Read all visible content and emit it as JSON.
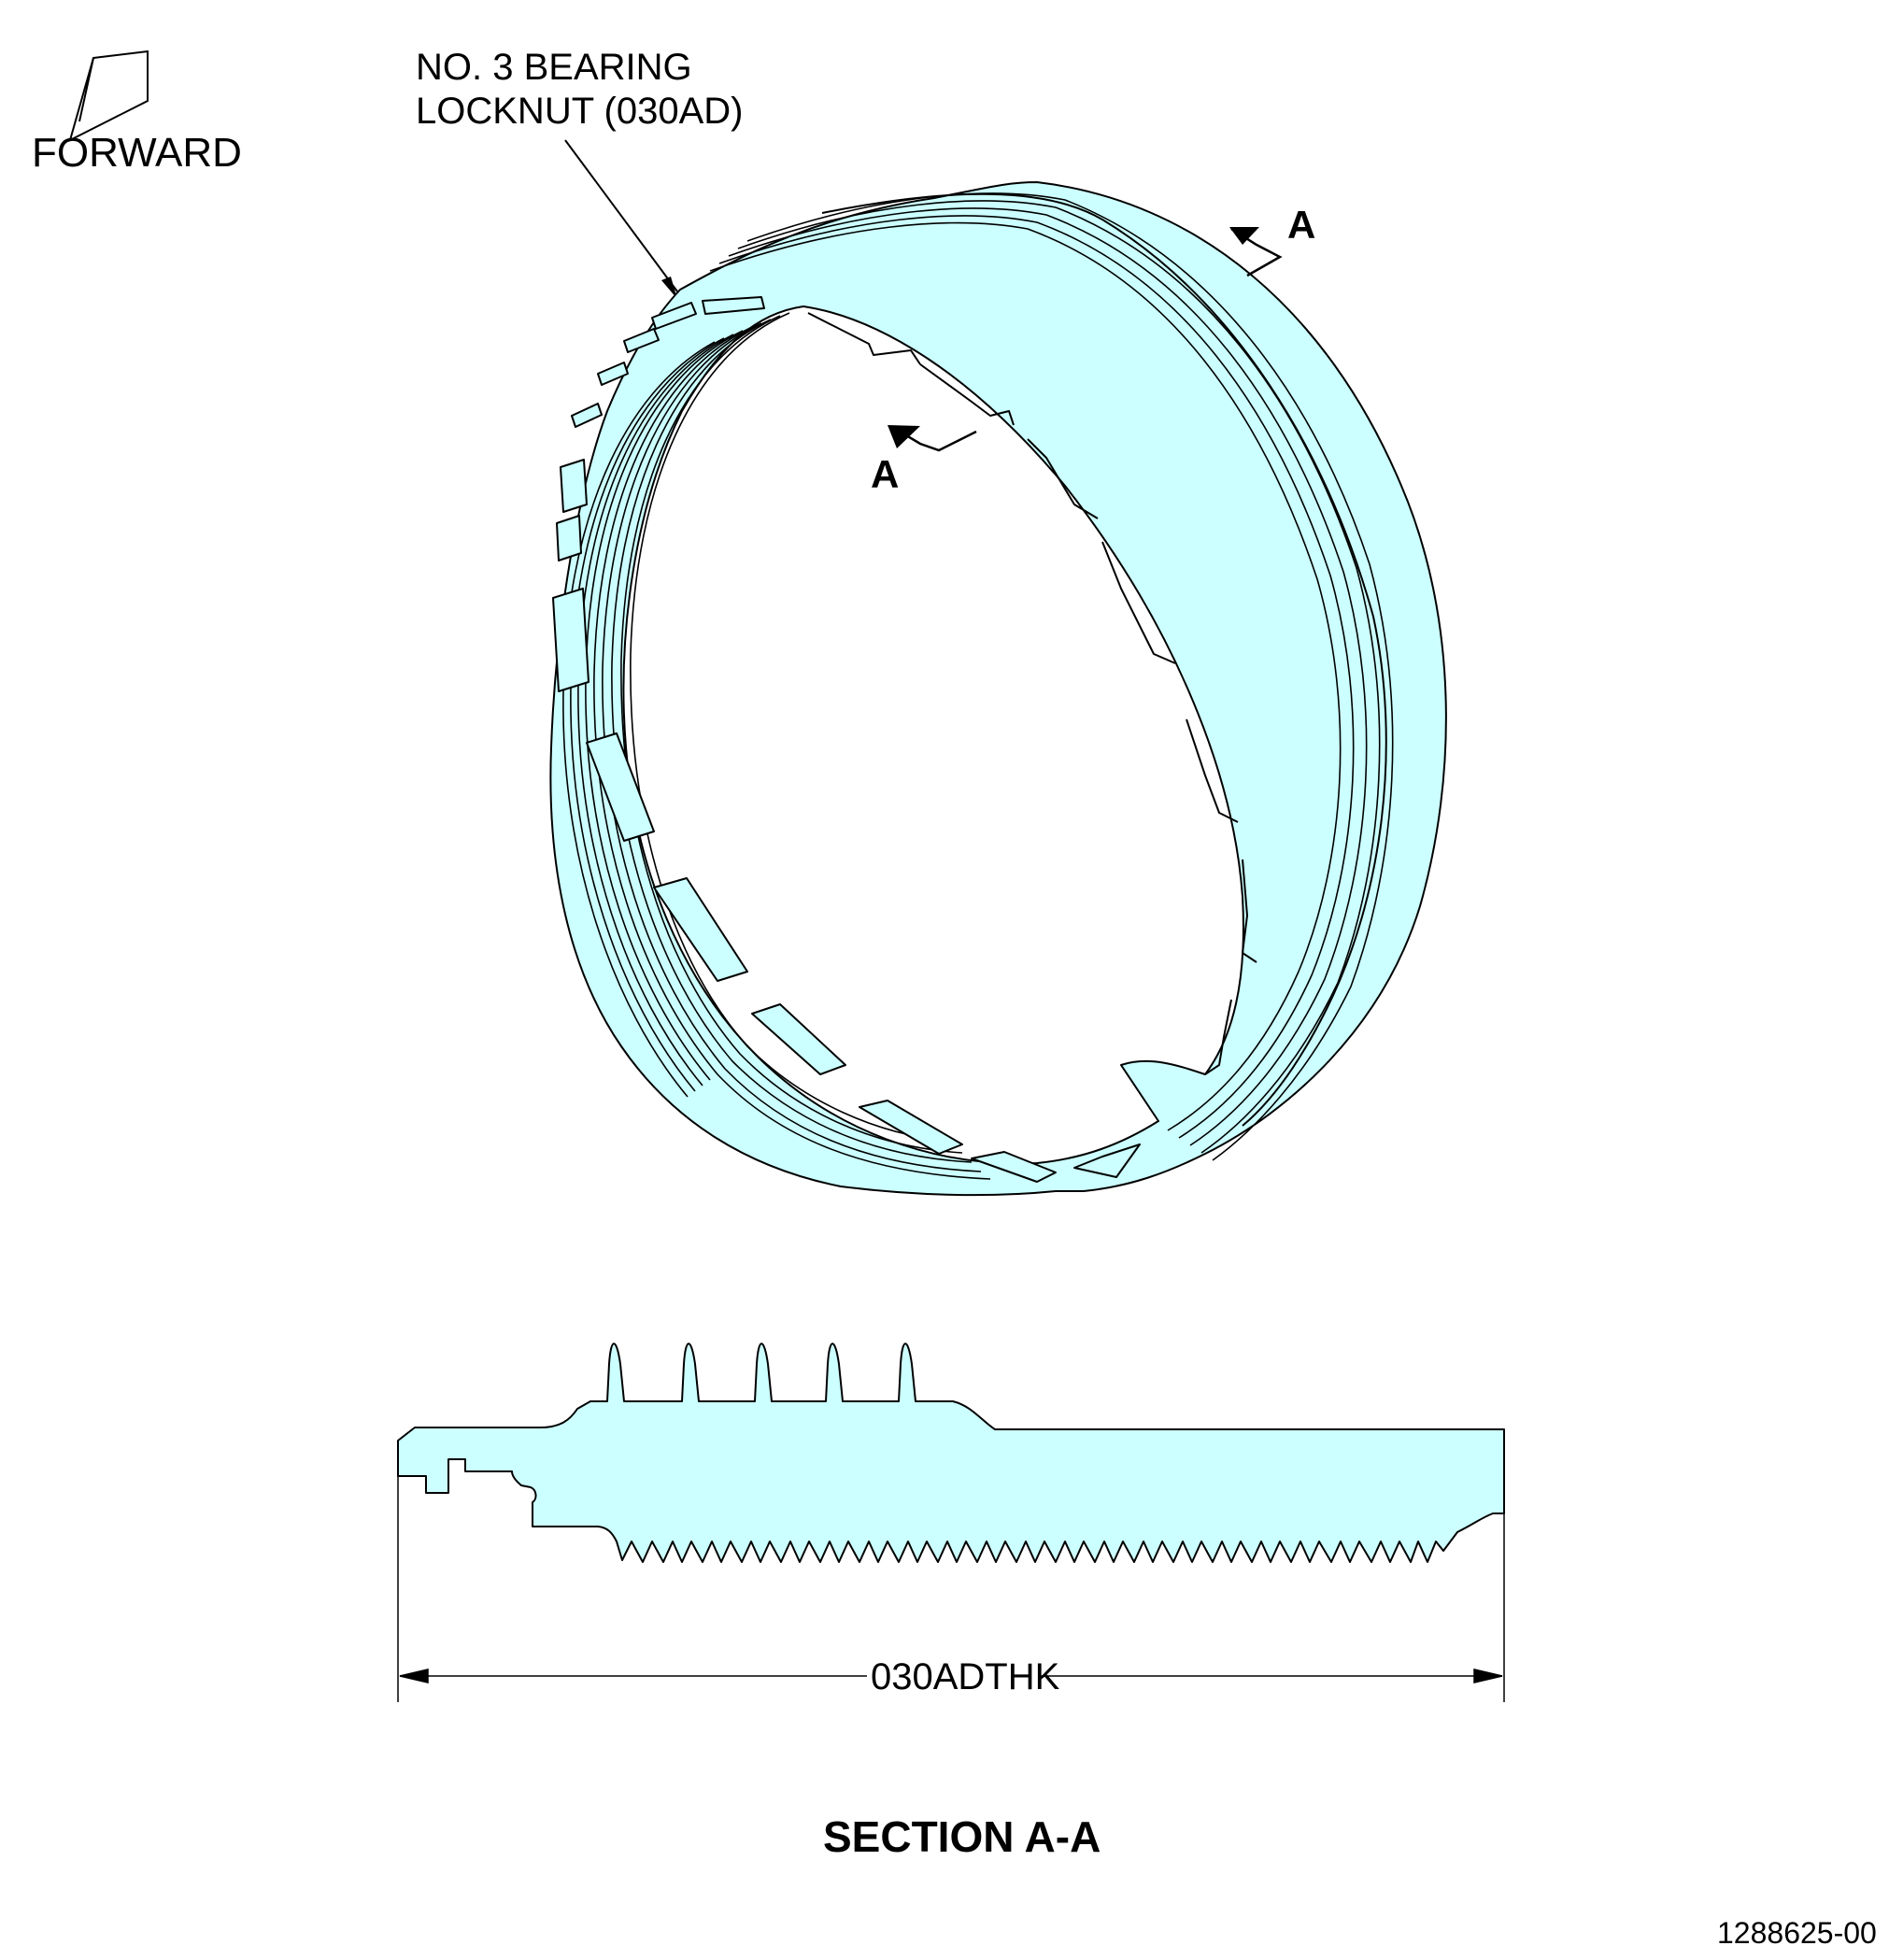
{
  "labels": {
    "forward": "FORWARD",
    "callout_line1": "NO. 3 BEARING",
    "callout_line2": "LOCKNUT (030AD)",
    "section_marker_right": "A",
    "section_marker_left": "A",
    "dimension": "030ADTHK",
    "section_title": "SECTION A-A",
    "drawing_number": "1288625-00"
  },
  "colors": {
    "part_fill": "#ccffff",
    "line": "#000000",
    "background": "#ffffff"
  }
}
